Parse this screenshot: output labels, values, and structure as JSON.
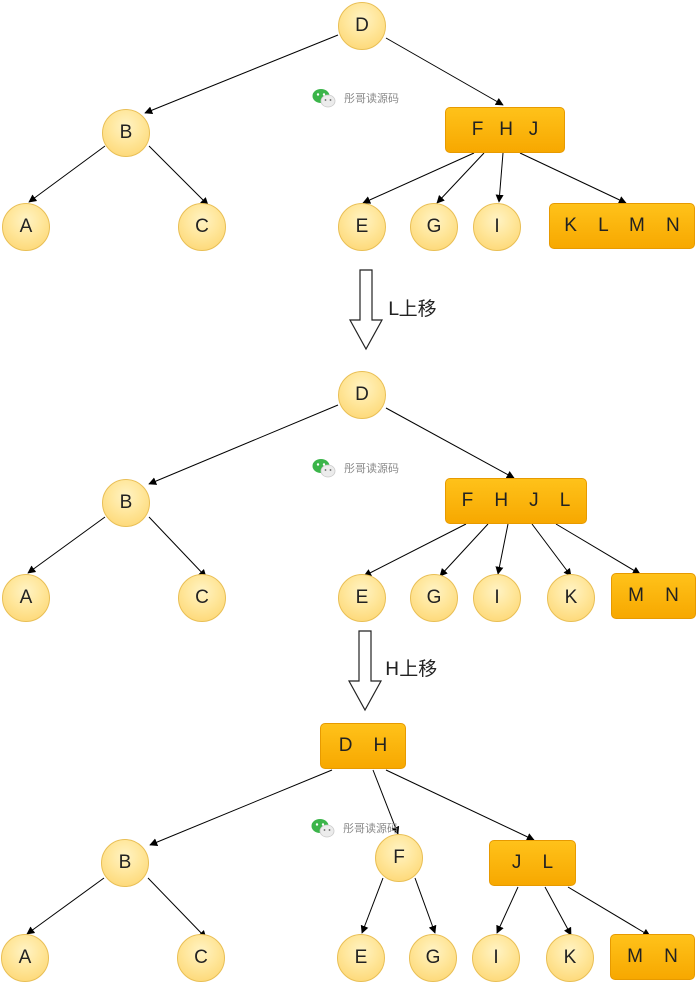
{
  "colors": {
    "circle_fill": "#ffe69a",
    "box_fill": "#ffb90f",
    "edge": "#000000"
  },
  "watermark": {
    "text": "彤哥读源码",
    "icon": "wechat-icon"
  },
  "stage1": {
    "d": "D",
    "b": "B",
    "a": "A",
    "c": "C",
    "fhj": "F   H   J",
    "e": "E",
    "g": "G",
    "i": "I",
    "klmn": "K    L    M    N"
  },
  "step1_label": "L上移",
  "stage2": {
    "d": "D",
    "b": "B",
    "a": "A",
    "c": "C",
    "fhjl": "F    H    J    L",
    "e": "E",
    "g": "G",
    "i": "I",
    "k": "K",
    "mn": "M    N"
  },
  "step2_label": "H上移",
  "stage3": {
    "dh": "D    H",
    "b": "B",
    "a": "A",
    "c": "C",
    "f": "F",
    "e": "E",
    "g": "G",
    "jl": "J    L",
    "i": "I",
    "k": "K",
    "mn": "M    N"
  }
}
